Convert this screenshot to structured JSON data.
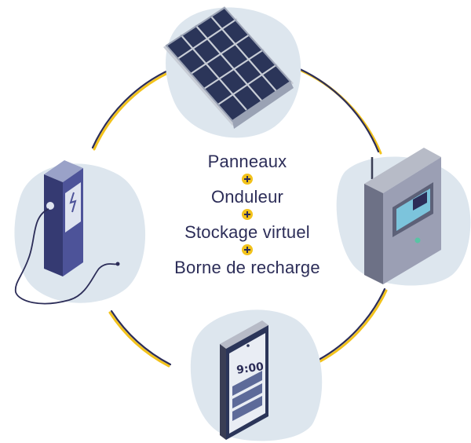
{
  "diagram": {
    "items": [
      {
        "label": "Panneaux"
      },
      {
        "label": "Onduleur"
      },
      {
        "label": "Stockage virtuel"
      },
      {
        "label": "Borne de recharge"
      }
    ],
    "phone": {
      "time": "9:00"
    },
    "colors": {
      "text": "#2c2d58",
      "ring": "#2c2d58",
      "accent": "#f2c21b",
      "blob": "#dde6ee"
    }
  }
}
